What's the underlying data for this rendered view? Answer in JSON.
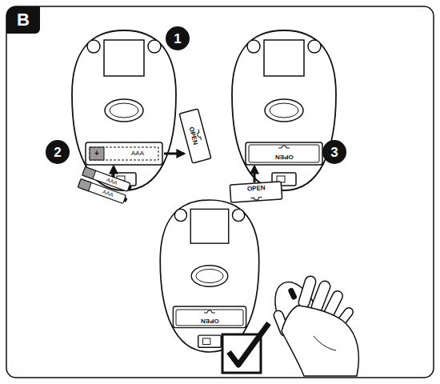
{
  "diagram": {
    "nodes": [
      {
        "text": [
          "B"
        ]
      },
      {
        "text": [
          "1"
        ]
      },
      {
        "text": [
          "2"
        ]
      },
      {
        "text": [
          "3"
        ]
      }
    ],
    "labels": [
      "+",
      "AAA",
      "AAA",
      "AAA",
      "OPEN",
      "OPEN",
      "OPEN",
      "OPEN"
    ]
  }
}
